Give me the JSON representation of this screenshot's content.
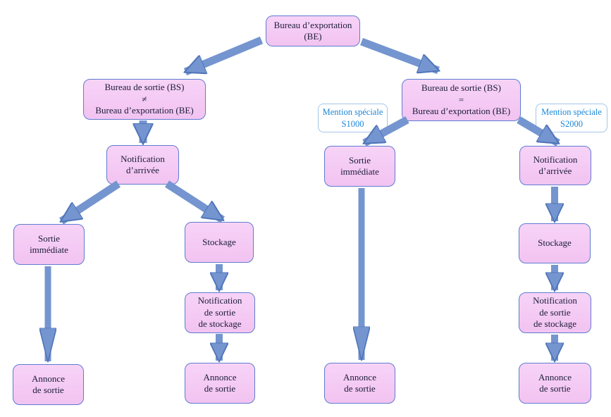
{
  "colors": {
    "node_fill": "#f4c9f4",
    "node_border": "#5f7cd0",
    "node_text": "#1c1c3a",
    "arrow_fill": "#7495cf",
    "arrow_outline": "#4f74b8",
    "special_label_fill": "#ffffff",
    "special_label_border": "#a5c6e6",
    "special_label_text": "#1b86d8"
  },
  "nodes": {
    "export_office": {
      "text": "Bureau d’exportation\n(BE)"
    },
    "exit_office_diff": {
      "text": "Bureau de sortie (BS)\n≠\nBureau d’exportation (BE)"
    },
    "exit_office_same": {
      "text": "Bureau de sortie (BS)\n=\nBureau d’exportation (BE)"
    },
    "s1000": {
      "text": "Mention spéciale\nS1000"
    },
    "s2000": {
      "text": "Mention spéciale\nS2000"
    },
    "arrival_notif_left": {
      "text": "Notification\nd’arrivée"
    },
    "immediate_exit_left": {
      "text": "Sortie\nimmédiate"
    },
    "storage_left": {
      "text": "Stockage"
    },
    "storage_exit_notif_left": {
      "text": "Notification\nde sortie\nde stockage"
    },
    "exit_announce_a": {
      "text": "Annonce\nde sortie"
    },
    "exit_announce_b": {
      "text": "Annonce\nde sortie"
    },
    "immediate_exit_mid": {
      "text": "Sortie\nimmédiate"
    },
    "exit_announce_c": {
      "text": "Annonce\nde sortie"
    },
    "arrival_notif_right": {
      "text": "Notification\nd’arrivée"
    },
    "storage_right": {
      "text": "Stockage"
    },
    "storage_exit_notif_right": {
      "text": "Notification\nde sortie\nde stockage"
    },
    "exit_announce_d": {
      "text": "Annonce\nde sortie"
    }
  },
  "edges": [
    {
      "from": "export_office",
      "to": "exit_office_diff"
    },
    {
      "from": "export_office",
      "to": "exit_office_same"
    },
    {
      "from": "exit_office_diff",
      "to": "arrival_notif_left"
    },
    {
      "from": "arrival_notif_left",
      "to": "immediate_exit_left"
    },
    {
      "from": "arrival_notif_left",
      "to": "storage_left"
    },
    {
      "from": "immediate_exit_left",
      "to": "exit_announce_a"
    },
    {
      "from": "storage_left",
      "to": "storage_exit_notif_left"
    },
    {
      "from": "storage_exit_notif_left",
      "to": "exit_announce_b"
    },
    {
      "from": "exit_office_same",
      "to": "immediate_exit_mid",
      "label": "s1000"
    },
    {
      "from": "exit_office_same",
      "to": "arrival_notif_right",
      "label": "s2000"
    },
    {
      "from": "immediate_exit_mid",
      "to": "exit_announce_c"
    },
    {
      "from": "arrival_notif_right",
      "to": "storage_right"
    },
    {
      "from": "storage_right",
      "to": "storage_exit_notif_right"
    },
    {
      "from": "storage_exit_notif_right",
      "to": "exit_announce_d"
    }
  ]
}
